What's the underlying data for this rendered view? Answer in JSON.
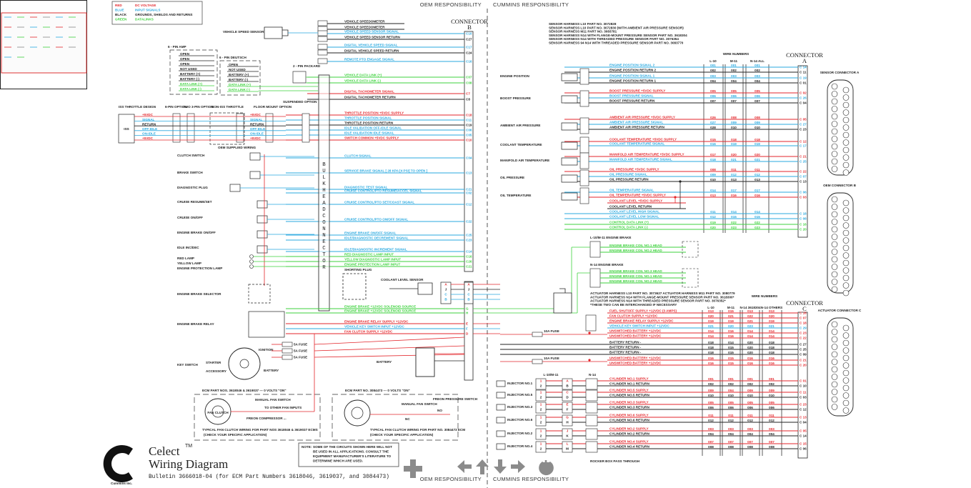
{
  "colors": {
    "red": "#e3262b",
    "blue": "#29a8df",
    "black": "#222222",
    "green": "#3ed23e",
    "gray": "#555555"
  },
  "legend": [
    {
      "color": "red",
      "name": "RED",
      "meaning": "DC VOLTAGE"
    },
    {
      "color": "blue",
      "name": "BLUE",
      "meaning": "INPUT SIGNALS"
    },
    {
      "color": "black",
      "name": "BLACK",
      "meaning": "GROUNDS, SHIELDS AND RETURNS"
    },
    {
      "color": "green",
      "name": "GREEN",
      "meaning": "DATALINKS"
    }
  ],
  "header": {
    "oem": "OEM  RESPONSIBILITY",
    "cummins": "CUMMINS  RESPONSIBILITY"
  },
  "footer": {
    "oem": "OEM  RESPONSIBILITY",
    "cummins": "CUMMINS  RESPONSIBILITY"
  },
  "connectors": {
    "b": "CONNECTOR",
    "b_letter": "B",
    "a": "CONNECTOR",
    "a_letter": "A",
    "c": "CONNECTOR",
    "c_letter": "C",
    "bulkhead": "BULKHEAD CONNECTOR",
    "sensor_a": "SENSOR CONNECTOR A",
    "oem_b": "OEM CONNECTOR B",
    "actuator_c": "ACTUATOR CONNECTOR C"
  },
  "center_signals": [
    {
      "label": "VEHICLE SPEEDOMETER",
      "color": "black",
      "pin": ""
    },
    {
      "label": "VEHICLE SPEEDOMETER",
      "color": "black",
      "pin": ""
    },
    {
      "label": "VEHICLE SPEED SENSOR SIGNAL",
      "color": "blue",
      "pin": "C10"
    },
    {
      "label": "VEHICLE SPEED SENSOR RETURN",
      "color": "black",
      "pin": "C27"
    },
    {
      "label": "DIGITAL VEHICLE SPEED SIGNAL",
      "color": "blue",
      "pin": "C17"
    },
    {
      "label": "DIGITAL VEHICLE SPEED RETURN",
      "color": "black",
      "pin": "C24"
    },
    {
      "label": "REMOTE PTO ENGAGE SIGNAL",
      "color": "blue",
      "pin": "C16"
    },
    {
      "label": "VEHICLE DATA LINK (+)",
      "color": "green",
      "pin": "C07"
    },
    {
      "label": "VEHICLE DATA LINK (-)",
      "color": "green",
      "pin": "C08"
    },
    {
      "label": "DIGITAL TACHOMETER SIGNAL",
      "color": "red",
      "pin": "C7"
    },
    {
      "label": "DIGITAL TACHOMETER RETURN",
      "color": "black",
      "pin": "C8"
    },
    {
      "label": "THROTTLE POSITION +5VDC SUPPLY",
      "color": "red",
      "pin": "C18"
    },
    {
      "label": "THROTTLE POSITION SIGNAL",
      "color": "blue",
      "pin": "C11"
    },
    {
      "label": "THROTTLE POSITION RETURN",
      "color": "black",
      "pin": "C19"
    },
    {
      "label": "IDLE VALIDATION OFF-IDLE SIGNAL",
      "color": "blue",
      "pin": "C06"
    },
    {
      "label": "IDLE VALIDATION IDLE SIGNAL",
      "color": "blue",
      "pin": "C05"
    },
    {
      "label": "SWITCH COMMON +5VDC SUPPLY",
      "color": "red",
      "pin": "C10"
    },
    {
      "label": "CLUTCH SIGNAL",
      "color": "blue",
      "pin": "C04"
    },
    {
      "label": "SERVICE BRAKE SIGNAL [ 28 KPA [4 PSI] TO OPEN ]",
      "color": "blue",
      "pin": "C13"
    },
    {
      "label": "DIAGNOSTIC TEST SIGNAL",
      "color": "blue",
      "pin": "C21"
    },
    {
      "label": "CRUISE CONTROL/PTO RESUME/ACCEL SIGNAL",
      "color": "blue",
      "pin": "C02"
    },
    {
      "label": "CRUISE CONTROL/PTO SET/COAST SIGNAL",
      "color": "blue",
      "pin": "C12"
    },
    {
      "label": "CRUISE CONTROL/PTO ON/OFF SIGNAL",
      "color": "blue",
      "pin": "C22"
    },
    {
      "label": "ENGINE BRAKE ON/OFF SIGNAL",
      "color": "blue",
      "pin": "C25"
    },
    {
      "label": "IDLE/DIAGNOSTIC DECREMENT SIGNAL",
      "color": "blue",
      "pin": "C23"
    },
    {
      "label": "IDLE/DIAGNOSTIC INCREMENT SIGNAL",
      "color": "blue",
      "pin": "C14"
    },
    {
      "label": "RED DIAGNOSTIC LAMP INPUT",
      "color": "green",
      "pin": "C16"
    },
    {
      "label": "YELLOW DIAGNOSTIC LAMP INPUT",
      "color": "green",
      "pin": "C26"
    },
    {
      "label": "ENGINE PROTECTION LAMP INPUT",
      "color": "green",
      "pin": "C21"
    }
  ],
  "lower_signals": [
    {
      "label": "ENGINE BRAKE +12VDC SOLENOID SOURCE",
      "color": "green",
      "pin": "G"
    },
    {
      "label": "ENGINE BRAKE +12VDC SOLENOID SOURCE",
      "color": "green",
      "pin": "H"
    },
    {
      "label": "ENGINE BRAKE RELAY SUPPLY +12VDC",
      "color": "red",
      "pin": "E"
    },
    {
      "label": "VEHICLE KEY SWITCH INPUT +12VDC",
      "color": "blue",
      "pin": "F"
    },
    {
      "label": "FAN CLUTCH SUPPLY +12VDC",
      "color": "red",
      "pin": "D"
    }
  ],
  "coolant_plug": {
    "shorting_plug": "SHORTING PLUG",
    "sensor": "COOLANT LEVEL SENSOR",
    "pins": [
      "A",
      "J",
      "C",
      "B"
    ]
  },
  "left_components": {
    "vehicle_speed_sensor": "VEHICLE SPEED SENSOR",
    "amp_title": "6 - PIN AMP",
    "amp_rows": [
      "OPEN",
      "OPEN",
      "OPEN",
      "NOT USED",
      "BATTERY (+)",
      "BATTERY (-)",
      "DATA LINK (+)",
      "DATA LINK (-)"
    ],
    "deutsch_title": "6 - PIN DEUTSCH",
    "deutsch_rows": [
      "OPEN",
      "NOT USED",
      "BATTERY (+)",
      "BATTERY (-)",
      "DATA LINK (+)",
      "DATA LINK (-)"
    ],
    "packard": "2 - PIN PACKARD",
    "iss_title": "ISS THROTTLE DESIGN",
    "iss": "ISS",
    "six_pin": "6-PIN OPTION",
    "two_three": "TWO 3-PIN OPTION",
    "non_iss": "NON-ISS THROTTLE",
    "floor": "FLOOR MOUNT OPTION",
    "suspended": "SUSPENDED OPTION",
    "throttle_rows": [
      "+5VDC",
      "SIGNAL",
      "RETURN",
      "OFF-IDLE",
      "ON-IDLE",
      "+5VDC"
    ],
    "oem_wiring": "OEM SUPPLIED WIRING",
    "labels": [
      "CLUTCH SWITCH",
      "BRAKE SWITCH",
      "DIAGNOSTIC PLUG",
      "CRUISE RESUME/SET",
      "CRUISE ON/OFF",
      "ENGINE BRAKE ON/OFF",
      "IDLE INC/DEC",
      "RED LAMP",
      "YELLOW LAMP",
      "ENGINE PROTECTION LAMP",
      "ENGINE BRAKE SELECTOR",
      "ENGINE BRAKE RELAY",
      "KEY SWITCH"
    ],
    "starter": "STARTER",
    "accessory": "ACCESSORY",
    "battery_sw": "BATTERY",
    "ignition": "IGNITION",
    "fuse": "5A FUSE",
    "battery": "BATTERY"
  },
  "sensor_harness": [
    "SENSOR HARNESS L10 PART NO. 3072828",
    "SENSOR HARNESS L10 PART NO. 3072830 (WITH AMBIENT AIR PRESSURE SENSOR)",
    "SENSOR HARNESS M11 PART NO. 3083781",
    "SENSOR HARNESS N14 WITH FLANGE-MOUNT PRESSURE SENSOR PART NO. 3618304",
    "SENSOR HARNESS N14 WITH THREADED PRESSURE SENSOR PART NO. 3076354",
    "SENSOR HARNESS 94 N14 WITH THREADED PRESSURE SENSOR PART NO. 3083770"
  ],
  "wire_numbers_title": "WIRE NUMBERS",
  "a_columns": [
    "L-10",
    "M-11",
    "N-14 ALL"
  ],
  "sensors": [
    "ENGINE POSITION",
    "BOOST PRESSURE",
    "AMBIENT AIR PRESSURE",
    "COOLANT TEMPERATURE",
    "MANIFOLD AIR TEMPERATURE",
    "OIL PRESSURE",
    "OIL TEMPERATURE"
  ],
  "a_signals": [
    {
      "label": "ENGINE POSITION SIGNAL 2",
      "color": "blue",
      "w": [
        "001",
        "001",
        "001"
      ],
      "pin": "C 14"
    },
    {
      "label": "ENGINE POSITION RETURN 2",
      "color": "black",
      "w": [
        "002",
        "002",
        "002"
      ],
      "pin": "C 11"
    },
    {
      "label": "ENGINE POSITION SIGNAL 1",
      "color": "blue",
      "w": [
        "003",
        "003",
        "003"
      ],
      "pin": "C 19"
    },
    {
      "label": "ENGINE POSITION RETURN 1",
      "color": "black",
      "w": [
        "004",
        "004",
        "004"
      ],
      "pin": "C 01"
    },
    {
      "label": "BOOST PRESSURE +5VDC SUPPLY",
      "color": "red",
      "w": [
        "005",
        "005",
        "005"
      ],
      "pin": "C 02"
    },
    {
      "label": "BOOST PRESSURE SIGNAL",
      "color": "blue",
      "w": [
        "006",
        "006",
        "006"
      ],
      "pin": "C 26"
    },
    {
      "label": "BOOST PRESSURE RETURN",
      "color": "black",
      "w": [
        "007",
        "007",
        "007"
      ],
      "pin": "C 04"
    },
    {
      "label": "AMBIENT AIR  PRESSURE +5VDC SUPPLY",
      "color": "red",
      "w": [
        "026",
        "008",
        "008"
      ],
      "pin": "C 05"
    },
    {
      "label": "AMBIENT AIR PRESSURE SIGNAL",
      "color": "blue",
      "w": [
        "027",
        "009",
        "009"
      ],
      "pin": "C 27"
    },
    {
      "label": "AMBIENT AIR PRESSURE RETURN",
      "color": "black",
      "w": [
        "028",
        "010",
        "010"
      ],
      "pin": "C 23"
    },
    {
      "label": "COOLANT TEMPERATURE +5VDC SUPPLY",
      "color": "red",
      "w": [
        "015",
        "018",
        "018"
      ],
      "pin": "C 12"
    },
    {
      "label": "COOLANT TEMPERATURE SIGNAL",
      "color": "blue",
      "w": [
        "016",
        "019",
        "019"
      ],
      "pin": "C 17"
    },
    {
      "label": "MANIFOLD AIR TEMPERATURE +5VDC SUPPLY",
      "color": "red",
      "w": [
        "017",
        "020",
        "020"
      ],
      "pin": "C 21"
    },
    {
      "label": "MANIFOLD AIR TEMPERATURE SIGNAL",
      "color": "blue",
      "w": [
        "018",
        "021",
        "021"
      ],
      "pin": "C 25"
    },
    {
      "label": "OIL PRESSURE +5VDC SUPPLY",
      "color": "red",
      "w": [
        "008",
        "011",
        "011"
      ],
      "pin": "C 22"
    },
    {
      "label": "OIL PRESSURE SIGNAL",
      "color": "blue",
      "w": [
        "009",
        "012",
        "012"
      ],
      "pin": "C 07"
    },
    {
      "label": "OIL PRESSURE RETURN",
      "color": "black",
      "w": [
        "010",
        "013",
        "013"
      ],
      "pin": "C 13"
    },
    {
      "label": "OIL TEMPERATURE SIGNAL",
      "color": "blue",
      "w": [
        "014",
        "017",
        "017"
      ],
      "pin": "C 06"
    },
    {
      "label": "OIL TEMPERATURE +5VDC SUPPLY",
      "color": "red",
      "w": [
        "013",
        "016",
        "016"
      ],
      "pin": "C 03"
    },
    {
      "label": "COOLANT LEVEL +5VDC SUPPLY",
      "color": "red",
      "w": [
        "",
        "",
        ""
      ],
      "pin": ""
    },
    {
      "label": "COOLANT LEVEL RETURN",
      "color": "black",
      "w": [
        "",
        "",
        ""
      ],
      "pin": ""
    },
    {
      "label": "COOLANT LEVEL HIGH SIGNAL",
      "color": "blue",
      "w": [
        "011",
        "014",
        "014"
      ],
      "pin": "C 18"
    },
    {
      "label": "COOLANT LEVEL LOW SIGNAL",
      "color": "blue",
      "w": [
        "012",
        "015",
        "015"
      ],
      "pin": "C 08"
    },
    {
      "label": "CONTROL DATA LINK (+)",
      "color": "green",
      "w": [
        "019",
        "022",
        "022"
      ],
      "pin": "C 16"
    },
    {
      "label": "CONTROL DATA LINK (-)",
      "color": "green",
      "w": [
        "020",
        "023",
        "023"
      ],
      "pin": "C 20"
    }
  ],
  "engine_brake": {
    "l10_title": "L-10/M-11 ENGINE BRAKE",
    "l10_coils": [
      "ENGINE BRAKE COIL NO.1 HEAD",
      "ENGINE BRAKE COIL NO.2 HEAD"
    ],
    "n14_title": "N-14 ENGINE BRAKE",
    "n14_coils": [
      "ENGINE BRAKE COIL NO.3 HEAD",
      "ENGINE BRAKE COIL NO.1 HEAD",
      "ENGINE BRAKE COIL NO.2 HEAD"
    ]
  },
  "actuator_harness": [
    "ACTUATOR HARNESS L10 PART NO. 3073627   ACTUATOR HARNESS M11 PART NO. 3080779",
    "ACTUATOR HARNESS N14 WITH FLANGE-MOUNT PRESSURE SENSOR PART NO. 3618300*",
    "ACTUATOR HARNESS N14 WITH THREADED PRESSURE SENSOR PART NO. 3076352*",
    "*THESE TWO CAN BE INTERCHANGED IF NECESSARY"
  ],
  "c_columns": [
    "L-10",
    "M-11",
    "N-14 3618304",
    "N-14 OTHERS"
  ],
  "fuse_10a": "10A FUSE",
  "c_signals": [
    {
      "label": "FUEL SHUTOFF SUPPLY +12VDC (3 AMPS)",
      "color": "red",
      "w": [
        "013",
        "015",
        "013",
        "013"
      ],
      "pin": "C 16"
    },
    {
      "label": "FAN CLUTCH SUPPLY +12VDC",
      "color": "red",
      "w": [
        "020",
        "021",
        "022",
        "020"
      ],
      "pin": "C 07"
    },
    {
      "label": "ENGINE BRAKE RELAY SUPPLY +12VDC",
      "color": "red",
      "w": [
        "019",
        "019",
        "021",
        "019"
      ],
      "pin": "C 18"
    },
    {
      "label": "VEHICLE KEY SWITCH INPUT +12VDC",
      "color": "blue",
      "w": [
        "021",
        "020",
        "023",
        "021"
      ],
      "pin": "C 29"
    },
    {
      "label": "UNSWITCHED BATTERY +12VDC",
      "color": "red",
      "w": [
        "014",
        "016",
        "014",
        "014"
      ],
      "pin": "C 23"
    },
    {
      "label": "UNSWITCHED BATTERY +12VDC",
      "color": "red",
      "w": [
        "014",
        "016",
        "014",
        "014"
      ],
      "pin": "C 22"
    },
    {
      "label": "BATTERY RETURN  -",
      "color": "black",
      "w": [
        "018",
        "014",
        "020",
        "018"
      ],
      "pin": "C 27"
    },
    {
      "label": "BATTERY RETURN  -",
      "color": "black",
      "w": [
        "018",
        "015",
        "020",
        "018"
      ],
      "pin": "C 25"
    },
    {
      "label": "BATTERY RETURN  -",
      "color": "black",
      "w": [
        "018",
        "015",
        "020",
        "018"
      ],
      "pin": "C 09"
    },
    {
      "label": "UNSWITCHED BATTERY +12VDC",
      "color": "red",
      "w": [
        "016",
        "015",
        "016",
        "016"
      ],
      "pin": "C 21"
    },
    {
      "label": "UNSWITCHED BATTERY +12VDC",
      "color": "red",
      "w": [
        "016",
        "015",
        "016",
        "016"
      ],
      "pin": "C 20"
    }
  ],
  "injector_group_l10": "L-10/M-11",
  "injector_group_n14": "N-14",
  "cylinders": [
    {
      "injector": "INJECTOR NO.1",
      "supply": "CYLINDER NO.1 SUPPLY",
      "ret": "CYLINDER NO.1 RETURN",
      "ws": [
        "001",
        "001",
        "001",
        "001"
      ],
      "wr": [
        "002",
        "002",
        "002",
        "002"
      ],
      "ps": "C 01",
      "pr": "C 10",
      "l": [
        "1",
        "2"
      ],
      "m": [
        "A",
        "B"
      ]
    },
    {
      "injector": "INJECTOR NO.5",
      "supply": "CYLINDER NO.5 SUPPLY",
      "ret": "CYLINDER NO.5 RETURN",
      "ws": [
        "009",
        "004",
        "009",
        "009"
      ],
      "wr": [
        "010",
        "010",
        "010",
        "010"
      ],
      "ps": "C 11",
      "pr": "C 03",
      "l": [
        "1",
        "2"
      ],
      "m": [
        "C",
        "D"
      ]
    },
    {
      "injector": "INJECTOR NO.3",
      "supply": "CYLINDER NO.3 SUPPLY",
      "ret": "CYLINDER NO.3 RETURN",
      "ws": [
        "005",
        "005",
        "005",
        "005"
      ],
      "wr": [
        "006",
        "006",
        "006",
        "006"
      ],
      "ps": "C 23",
      "pr": "C 12",
      "l": [
        "1",
        "2"
      ],
      "m": [
        "E",
        "F"
      ]
    },
    {
      "injector": "INJECTOR NO.6",
      "supply": "CYLINDER NO.6 SUPPLY",
      "ret": "CYLINDER NO.6 RETURN",
      "ws": [
        "011",
        "011",
        "011",
        "011"
      ],
      "wr": [
        "012",
        "012",
        "012",
        "012"
      ],
      "ps": "C 13",
      "pr": "C 04",
      "l": [
        "1",
        "2"
      ],
      "m": [
        "G",
        "H"
      ]
    },
    {
      "injector": "INJECTOR NO.2",
      "supply": "CYLINDER NO.2 SUPPLY",
      "ret": "CYLINDER NO.2 RETURN",
      "ws": [
        "003",
        "003",
        "003",
        "003"
      ],
      "wr": [
        "004",
        "004",
        "004",
        "004"
      ],
      "ps": "C 05",
      "pr": "C 14",
      "l": [
        "1",
        "2"
      ],
      "m": [
        "J",
        "K"
      ]
    },
    {
      "injector": "INJECTOR NO.4",
      "supply": "CYLINDER NO.4 SUPPLY",
      "ret": "CYLINDER NO.4 RETURN",
      "ws": [
        "007",
        "007",
        "007",
        "007"
      ],
      "wr": [
        "008",
        "008",
        "008",
        "008"
      ],
      "ps": "C 15",
      "pr": "C 06",
      "l": [
        "1",
        "2"
      ],
      "m": [
        "L",
        "M"
      ]
    }
  ],
  "rocker": "ROCKER BOX PASS THROUGH",
  "fan": {
    "left_title": "ECM PART NOS. 3618046 & 3619037 --- 0 VOLTS \"ON\"",
    "right_title": "ECM PART NO. 3084473 --- 0 VOLTS \"ON\"",
    "manual": "MANUAL FAN SWITCH",
    "other": "TO OTHER FAN INPUTS",
    "fresh": "FREON COMPRESSOR ...",
    "freon": "FREON PRESSURE SWITCH",
    "nc": "NC",
    "no": "NO",
    "clutch": "FAN CLUTCH",
    "left_caption": "TYPICAL FAN CLUTCH WIRING FOR PART NOS 3618046 & 3619037 ECMS",
    "right_caption": "TYPICAL FAN CLUTCH WIRING FOR PART NO. 3084473 ECM",
    "check": "(CHECK YOUR SPECIFIC APPLICATION)"
  },
  "title": {
    "brand": "Cummins",
    "product": "Celect",
    "tm": "TM",
    "subtitle": "Wiring Diagram",
    "bulletin": "Bulletin 3666018-04 (for ECM Part Numbers 3618046, 3619037, and 3084473)",
    "company": "Cummins Inc."
  },
  "note": [
    "NOTE:",
    "SOME OF THE CIRCUITS SHOWN HERE WILL NOT",
    "BE USED IN ALL APPLICATIONS. CONSULT THE",
    "EQUIPMENT MANUFACTURER'S LITERATURE TO",
    "DETERMINE WHICH ARE USED."
  ],
  "toolbar": [
    "zoom-in-icon",
    "pan-left-icon",
    "pan-up-icon",
    "pan-down-icon",
    "pan-right-icon",
    "reset-rotate-icon"
  ]
}
